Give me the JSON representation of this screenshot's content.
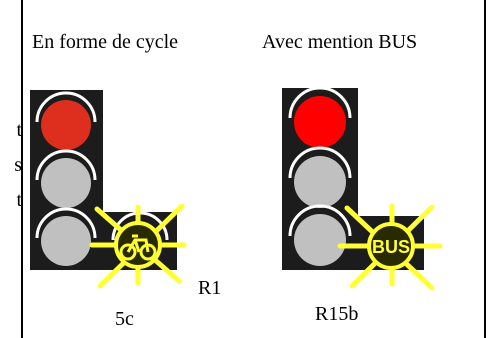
{
  "titles": {
    "left": "En forme de cycle",
    "right": "Avec mention BUS"
  },
  "left_fragments": [
    "t",
    "s",
    "t"
  ],
  "labels": {
    "r1": "R1",
    "five_c": "5c",
    "r15b": "R15b"
  },
  "signal_texts": {
    "bus": "BUS"
  },
  "colors": {
    "housing": "#1c1c1c",
    "red_dull": "#dd2e1e",
    "red_bright": "#ff0000",
    "off_lamp": "#c0c0c0",
    "visor": "#ffffff",
    "flash": "#ffff33",
    "indicator_fill": "#2a2a00",
    "indicator_symbol": "#ffff33"
  },
  "icons": {
    "bicycle": "bicycle-icon",
    "flash_rays": "flash-rays-icon"
  }
}
